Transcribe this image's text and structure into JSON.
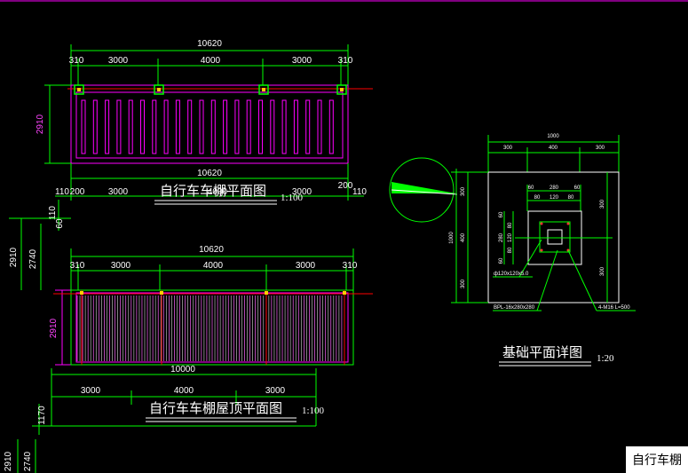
{
  "plan1": {
    "overall": "10620",
    "segments": [
      "310",
      "3000",
      "4000",
      "3000",
      "310"
    ],
    "height": "2910",
    "lower_overall": "10620",
    "lower_segments": [
      "110",
      "200",
      "3000",
      "4000",
      "3000",
      "200",
      "110"
    ],
    "left_extra": [
      "110",
      "60"
    ],
    "title": "自行车车棚平面图",
    "scale": "1:100"
  },
  "plan2": {
    "overall": "10620",
    "segments": [
      "310",
      "3000",
      "4000",
      "3000",
      "310"
    ],
    "outer_height": "2910",
    "inner_height": "2740",
    "right_height": "2910",
    "lower_overall": "10000",
    "lower_segments": [
      "3000",
      "4000",
      "3000"
    ],
    "left_extra": [
      "1170"
    ],
    "bottom_left": [
      "2910",
      "2740"
    ],
    "title": "自行车车棚屋顶平面图",
    "scale": "1:100"
  },
  "detail": {
    "overall": "1000",
    "segments": [
      "300",
      "400",
      "300"
    ],
    "inner_top": [
      "60",
      "280",
      "60"
    ],
    "inner_mid": [
      "80",
      "120",
      "80"
    ],
    "left_outer": "1000",
    "left_segments": [
      "300",
      "400",
      "300"
    ],
    "left_inner": [
      "60",
      "280",
      "60"
    ],
    "left_mid": [
      "80",
      "120",
      "80"
    ],
    "right_segments": [
      "300",
      "300"
    ],
    "note_tube": "ф120x120x5.0",
    "note_plate": "BPL-16x280x280",
    "note_bolt": "4-M16 L=500",
    "title": "基础平面详图",
    "scale": "1:20"
  },
  "label": "自行车棚"
}
